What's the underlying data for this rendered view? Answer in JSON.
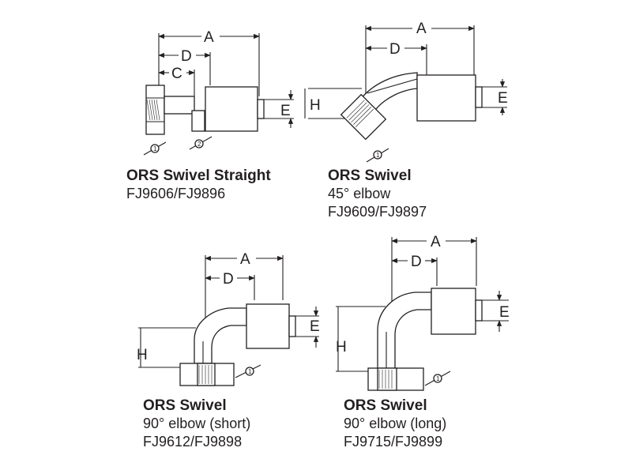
{
  "figures": [
    {
      "title": "ORS Swivel Straight",
      "lines": [
        "FJ9606/FJ9896"
      ],
      "dims": [
        "A",
        "D",
        "C",
        "E"
      ],
      "callouts": [
        "1",
        "2"
      ]
    },
    {
      "title": "ORS Swivel",
      "lines": [
        "45° elbow",
        "FJ9609/FJ9897"
      ],
      "dims": [
        "A",
        "D",
        "H",
        "E"
      ],
      "callouts": [
        "1"
      ]
    },
    {
      "title": "ORS Swivel",
      "lines": [
        "90° elbow (short)",
        "FJ9612/FJ9898"
      ],
      "dims": [
        "A",
        "D",
        "H",
        "E"
      ],
      "callouts": [
        "1"
      ]
    },
    {
      "title": "ORS Swivel",
      "lines": [
        "90° elbow (long)",
        "FJ9715/FJ9899"
      ],
      "dims": [
        "A",
        "D",
        "H",
        "E"
      ],
      "callouts": [
        "1"
      ]
    }
  ]
}
